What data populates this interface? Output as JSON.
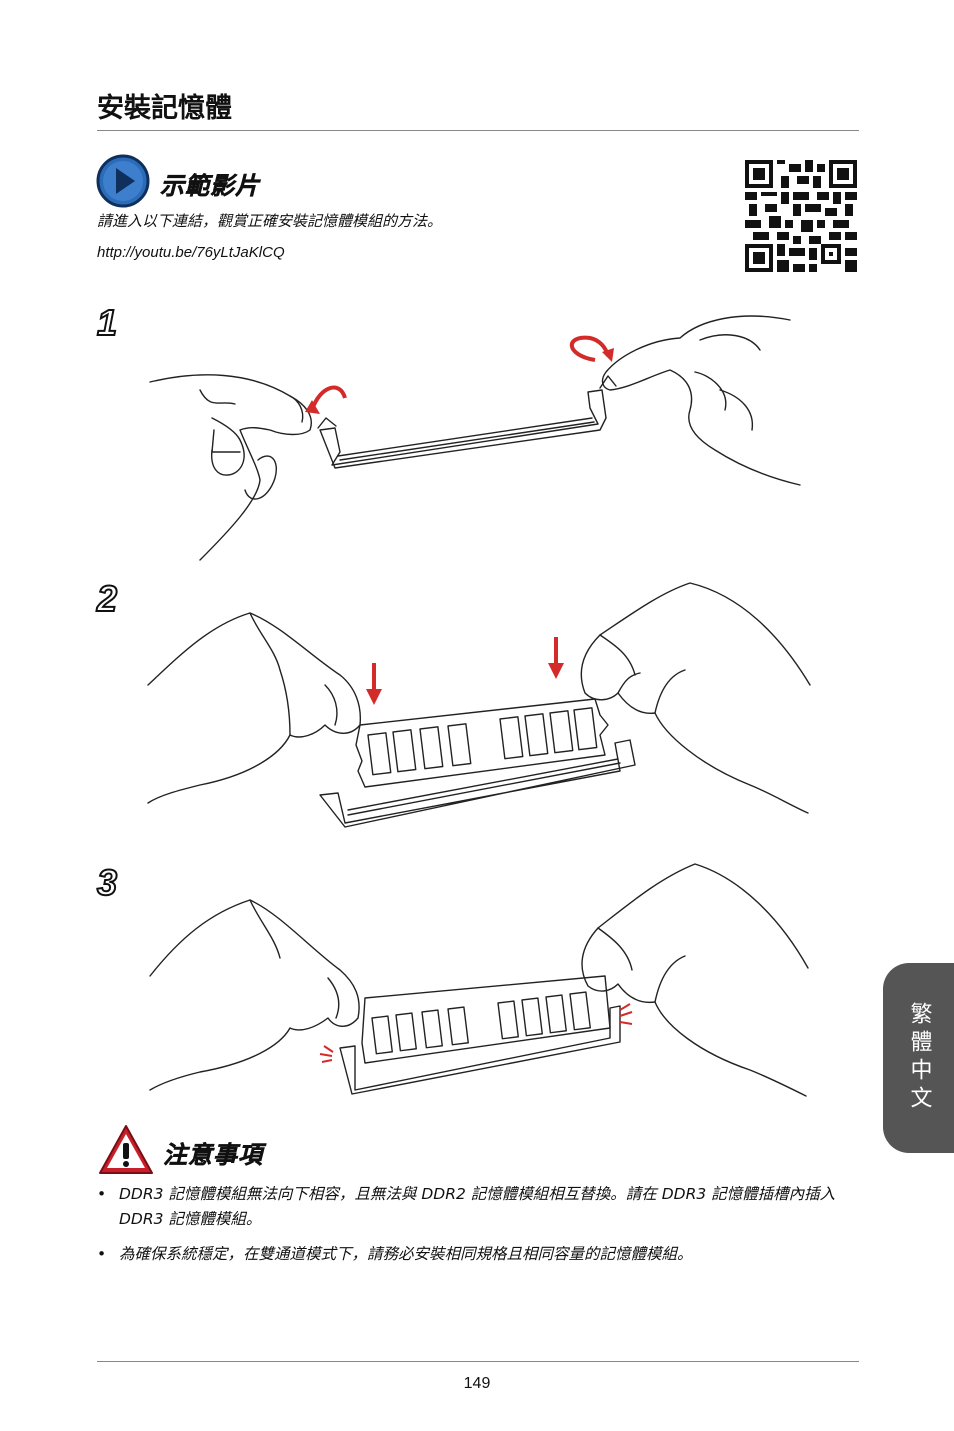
{
  "page": {
    "title": "安裝記憶體",
    "page_number": "149",
    "side_tab": "繁體中文"
  },
  "video": {
    "heading": "示範影片",
    "description": "請進入以下連結，觀賞正確安裝記憶體模組的方法。",
    "url": "http://youtu.be/76yLtJaKlCQ",
    "icon": "play-icon",
    "qr_icon": "qr-code-icon"
  },
  "steps": [
    {
      "number": "1"
    },
    {
      "number": "2"
    },
    {
      "number": "3"
    }
  ],
  "notes": {
    "heading": "注意事項",
    "icon": "warning-icon",
    "items": [
      "DDR3 記憶體模組無法向下相容，且無法與 DDR2 記憶體模組相互替換。請在 DDR3 記憶體插槽內插入 DDR3 記憶體模組。",
      "為確保系統穩定，在雙通道模式下，請務必安裝相同規格且相同容量的記憶體模組。"
    ]
  },
  "colors": {
    "accent_blue": "#1f5fa8",
    "warning_red": "#c8202a",
    "arrow_red": "#d32a2a",
    "tab_gray": "#555555"
  }
}
